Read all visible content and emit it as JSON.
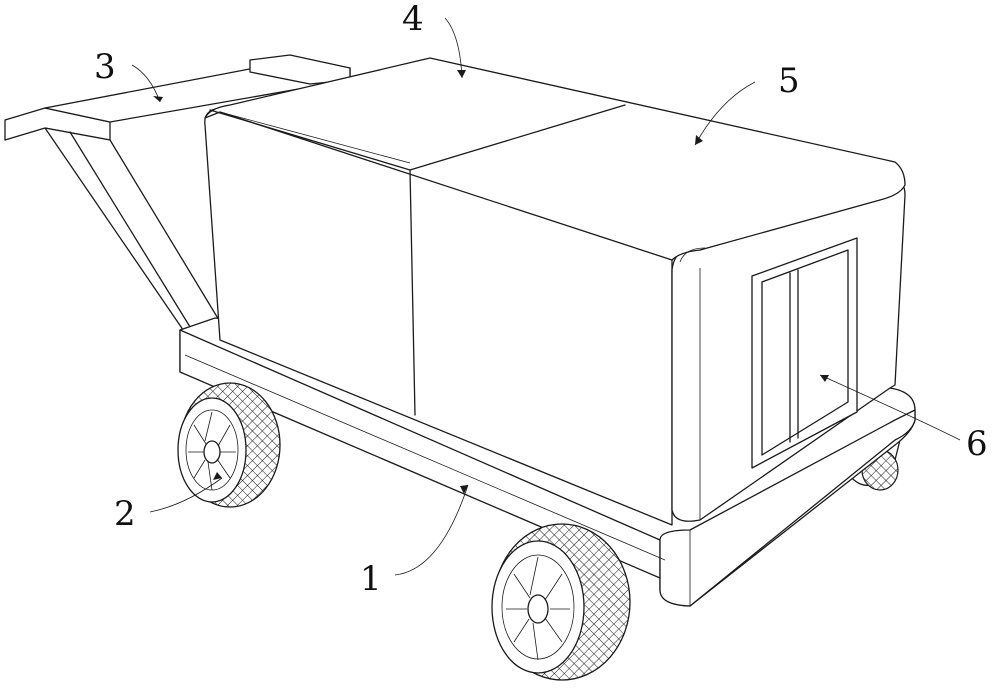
{
  "labels": [
    {
      "id": "base",
      "text": "1"
    },
    {
      "id": "wheel",
      "text": "2"
    },
    {
      "id": "handle",
      "text": "3"
    },
    {
      "id": "lid-left",
      "text": "4"
    },
    {
      "id": "lid-right",
      "text": "5"
    },
    {
      "id": "door",
      "text": "6"
    }
  ],
  "colors": {
    "stroke": "#1a1a1a",
    "background": "#ffffff"
  }
}
